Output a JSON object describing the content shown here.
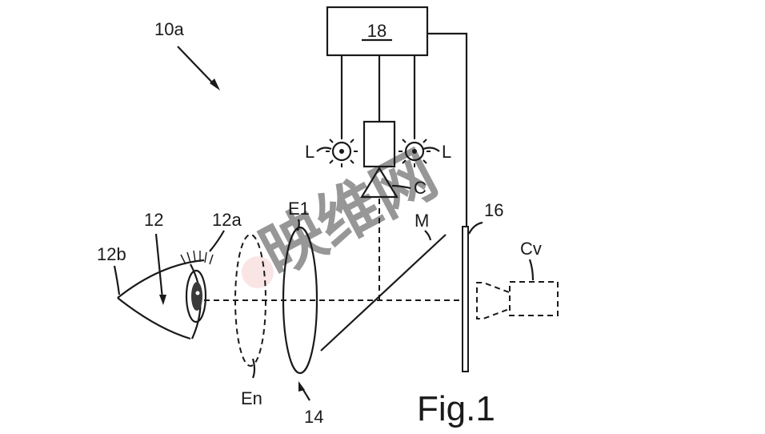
{
  "labels": {
    "system": "10a",
    "controller": "18",
    "light_left": "L",
    "light_right": "L",
    "camera": "C",
    "mirror": "M",
    "display": "16",
    "virtual_camera": "Cv",
    "eye": "12",
    "eyelid": "12a",
    "eye_corner": "12b",
    "lens_e1": "E1",
    "lens_en": "En",
    "optic": "14",
    "figure": "Fig.1"
  },
  "watermark": {
    "text": "映维网",
    "color": "#c8dcf0",
    "accent": "#f4c6c6"
  },
  "colors": {
    "ink": "#1a1a1a",
    "background": "#ffffff"
  }
}
